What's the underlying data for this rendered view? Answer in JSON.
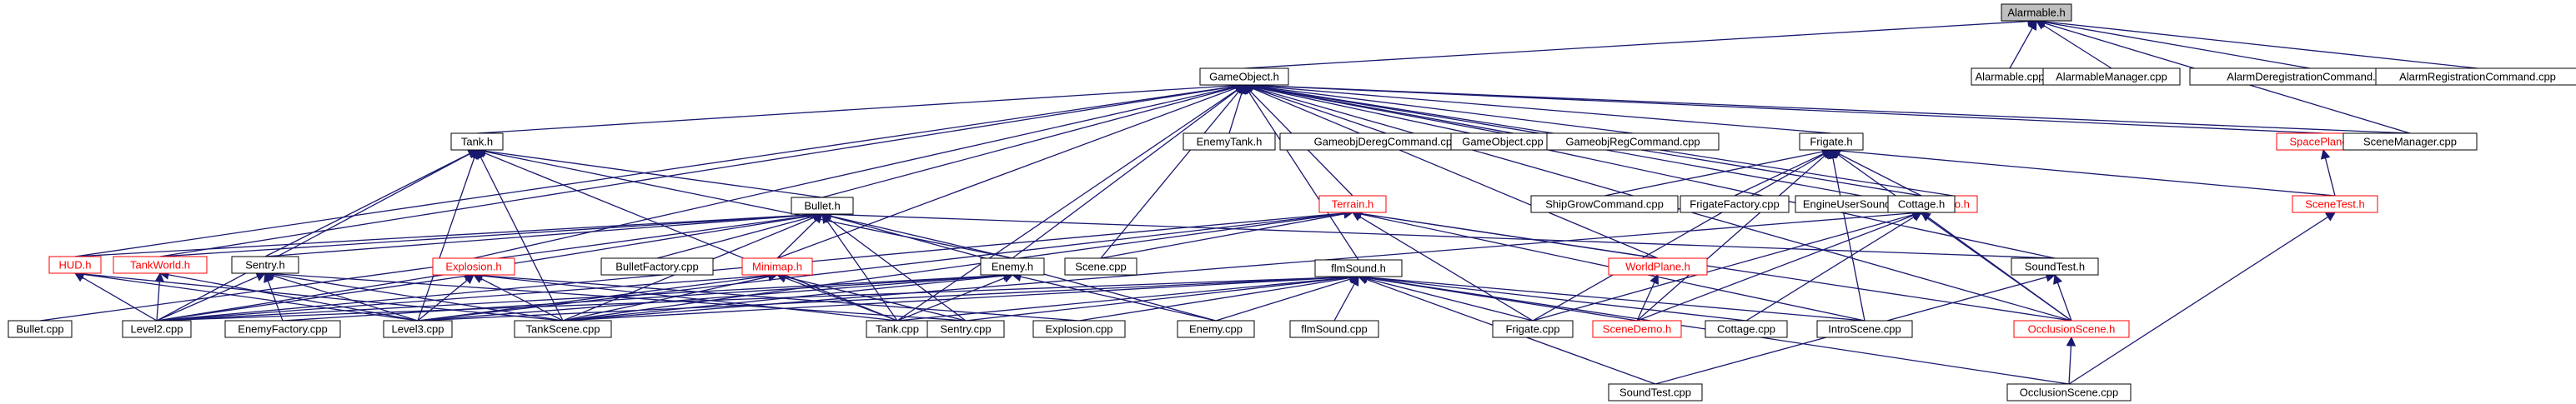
{
  "colors": {
    "edge": "#191970",
    "node_border": "#000000",
    "node_border_missing": "#ff0000",
    "node_text_missing": "#ff0000",
    "root_fill": "#bfbfbf",
    "node_fill": "#ffffff"
  },
  "nodes": {
    "alarmable_h": "Alarmable.h",
    "alarmable_cpp": "Alarmable.cpp",
    "alarmable_manager": "AlarmableManager.cpp",
    "alarm_dereg": "AlarmDeregistrationCommand.cpp",
    "alarm_reg": "AlarmRegistrationCommand.cpp",
    "gameobject_h": "GameObject.h",
    "tank_h": "Tank.h",
    "enemytank_h": "EnemyTank.h",
    "gameobj_dereg": "GameobjDeregCommand.cpp",
    "gameobject_cpp": "GameObject.cpp",
    "gameobj_reg": "GameobjRegCommand.cpp",
    "frigate_h": "Frigate.h",
    "spaceplane_h": "SpacePlane.h",
    "scenemanager_cpp": "SceneManager.cpp",
    "bullet_h": "Bullet.h",
    "terrain_h": "Terrain.h",
    "shipgrow_cpp": "ShipGrowCommand.cpp",
    "frigatefactory_cpp": "FrigateFactory.cpp",
    "engineusersoundtest": "EngineUserSoundTest.h",
    "logo_h": "Logo.h",
    "scenetest_h": "SceneTest.h",
    "cottage_h": "Cottage.h",
    "hud_h": "HUD.h",
    "tankworld_h": "TankWorld.h",
    "sentry_h": "Sentry.h",
    "explosion_h": "Explosion.h",
    "bulletfactory_cpp": "BulletFactory.cpp",
    "minimap_h": "Minimap.h",
    "enemy_h": "Enemy.h",
    "scene_cpp": "Scene.cpp",
    "flmsound_h": "flmSound.h",
    "worldplane_h": "WorldPlane.h",
    "soundtest_h": "SoundTest.h",
    "bullet_cpp": "Bullet.cpp",
    "level2_cpp": "Level2.cpp",
    "enemyfactory_cpp": "EnemyFactory.cpp",
    "level3_cpp": "Level3.cpp",
    "tankscene_cpp": "TankScene.cpp",
    "tank_cpp": "Tank.cpp",
    "sentry_cpp": "Sentry.cpp",
    "explosion_cpp": "Explosion.cpp",
    "enemy_cpp": "Enemy.cpp",
    "flmsound_cpp": "flmSound.cpp",
    "frigate_cpp": "Frigate.cpp",
    "scenedemo_h": "SceneDemo.h",
    "cottage_cpp": "Cottage.cpp",
    "introscene_cpp": "IntroScene.cpp",
    "occlusionscene_h": "OcclusionScene.h",
    "soundtest_cpp": "SoundTest.cpp",
    "occlusionscene_cpp": "OcclusionScene.cpp"
  }
}
